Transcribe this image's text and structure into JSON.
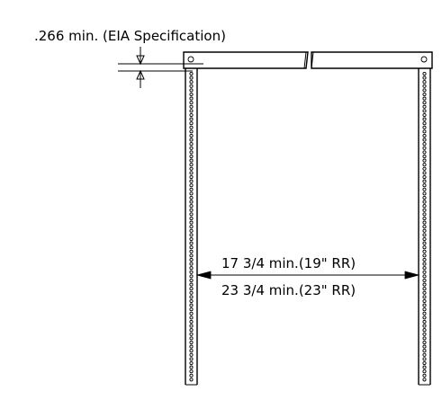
{
  "diagram": {
    "spec_note": ".266 min. (EIA Specification)",
    "width_19": "17 3/4 min.(19\" RR)",
    "width_23": "23 3/4 min.(23\" RR)"
  }
}
